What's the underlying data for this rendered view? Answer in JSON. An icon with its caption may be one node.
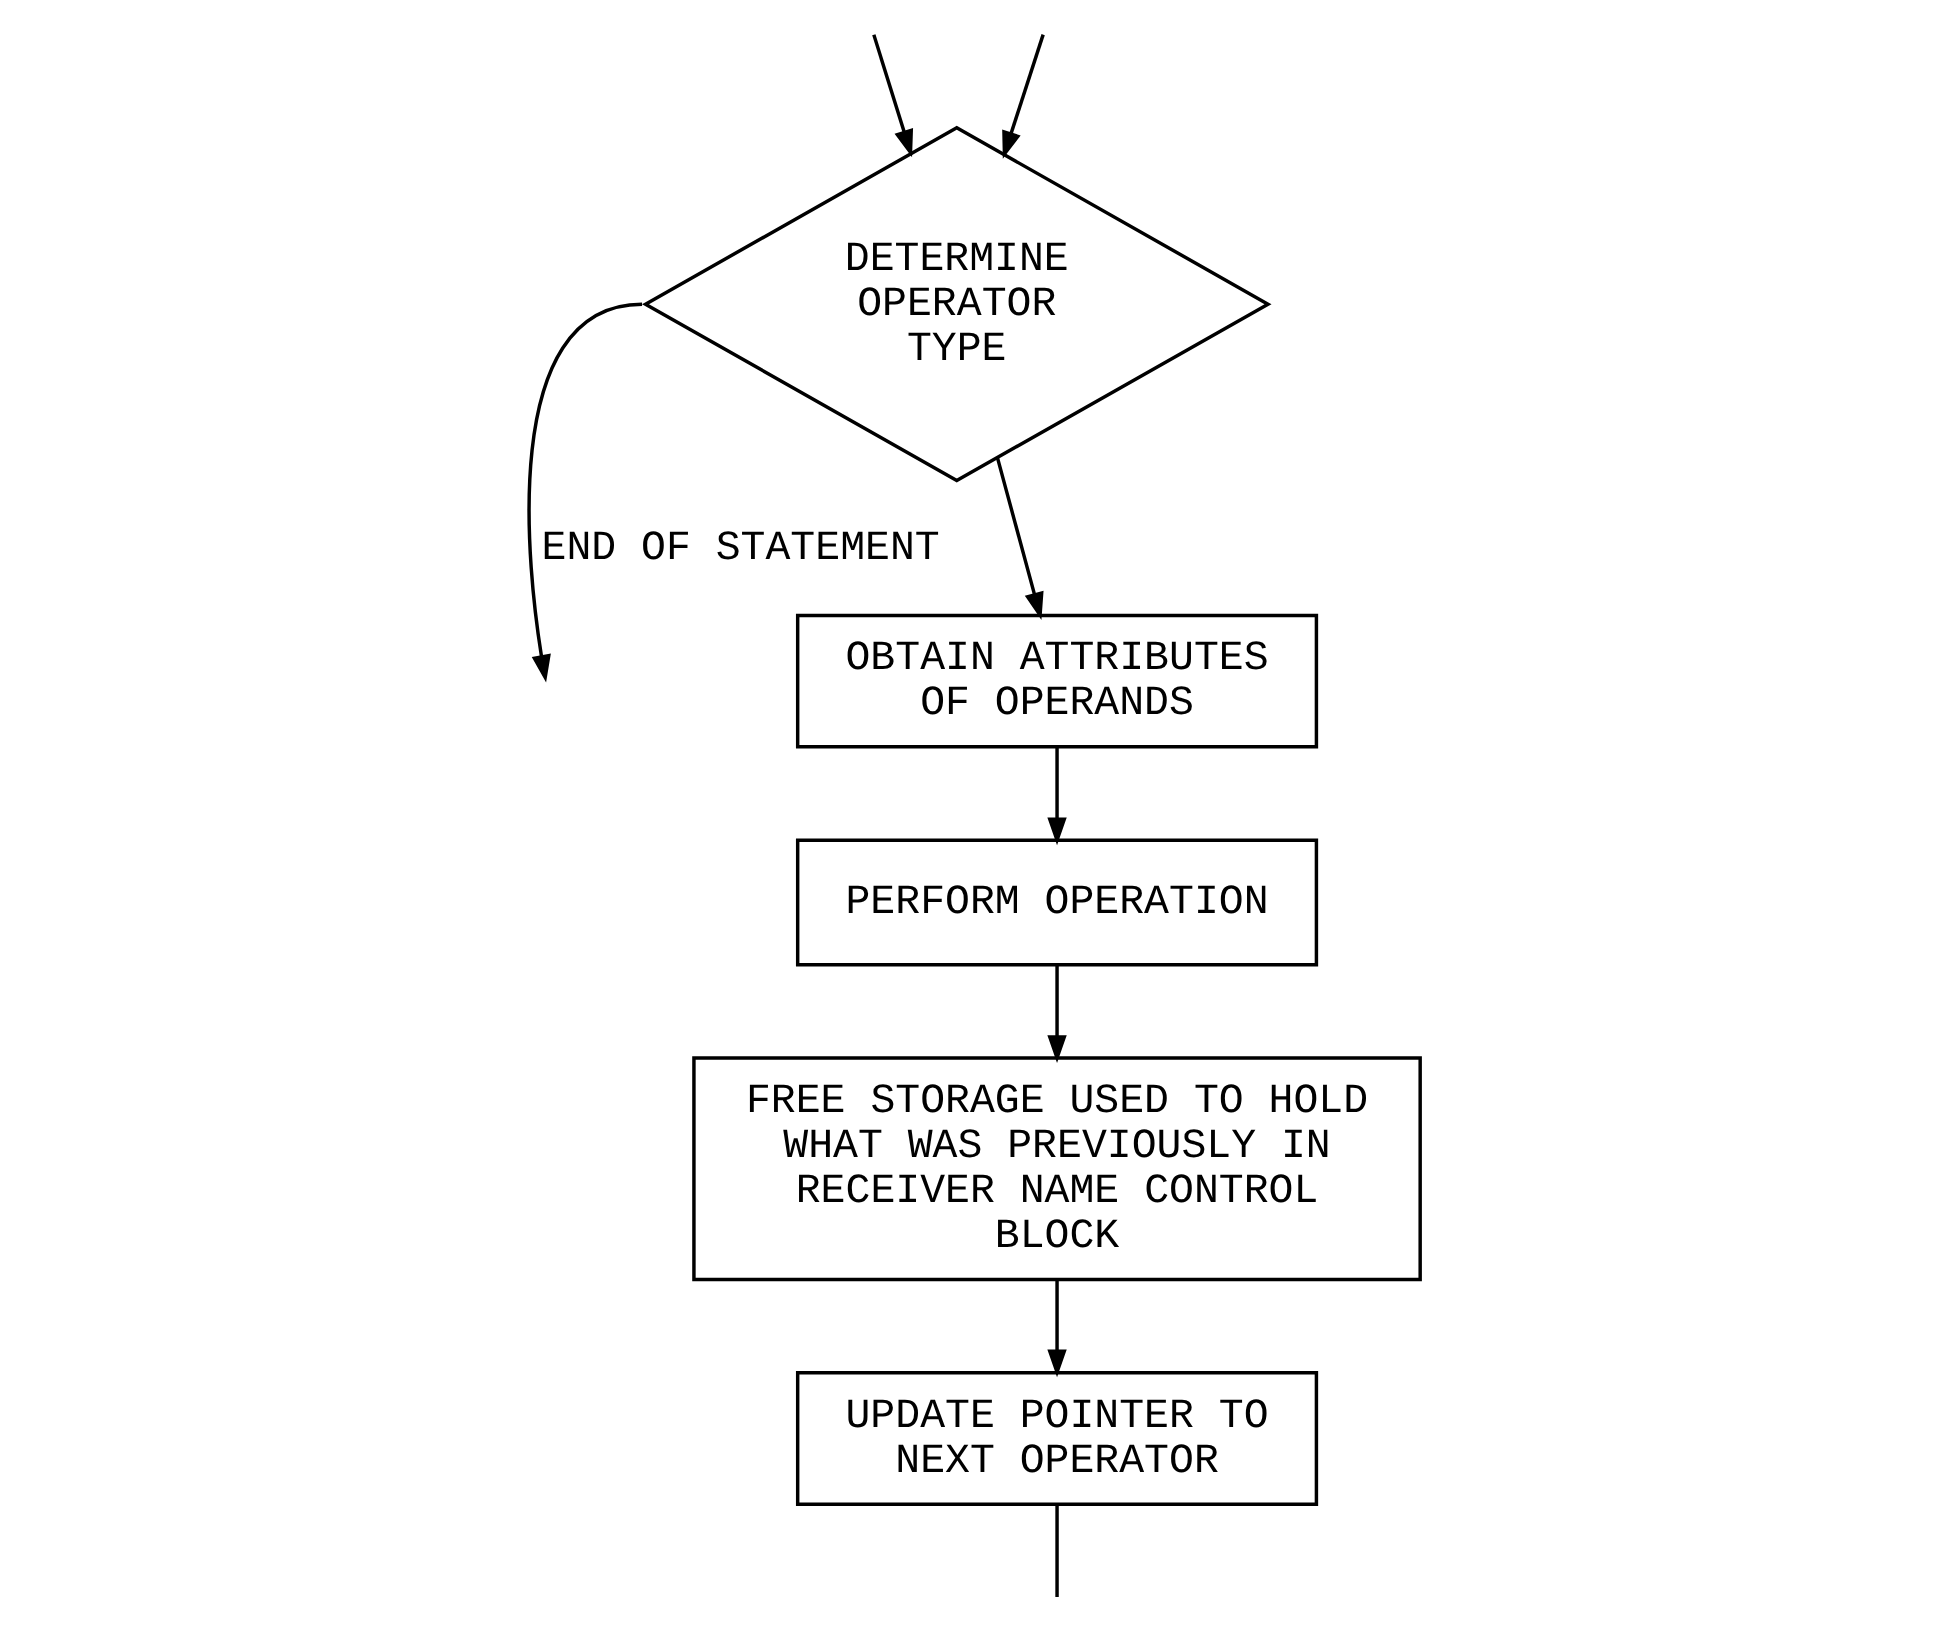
{
  "diagram": {
    "nodes": [
      {
        "text": [
          "DETERMINE OPERATOR TYPE"
        ]
      },
      {
        "text": [
          "OBTAIN ATTRIBUTES OF OPERANDS"
        ]
      },
      {
        "text": [
          "PERFORM OPERATION"
        ]
      },
      {
        "text": [
          "FREE STORAGE USED TO HOLD WHAT WAS PREVIOUSLY IN RECEIVER NAME CONTROL BLOCK"
        ]
      },
      {
        "text": [
          "UPDATE POINTER TO NEXT OPERATOR"
        ]
      }
    ],
    "edges": [
      {
        "from": 0,
        "to": null,
        "arrow": "to",
        "label": "END OF STATEMENT"
      },
      {
        "from": null,
        "to": 0,
        "arrow": "to"
      },
      {
        "from": null,
        "to": 0,
        "arrow": "to"
      },
      {
        "from": 0,
        "to": 1,
        "arrow": "to"
      },
      {
        "from": 1,
        "to": 2,
        "arrow": "to"
      },
      {
        "from": 2,
        "to": 3,
        "arrow": "to"
      },
      {
        "from": 3,
        "to": 4,
        "arrow": "to"
      },
      {
        "from": 4,
        "to": null,
        "arrow": "none"
      }
    ]
  }
}
